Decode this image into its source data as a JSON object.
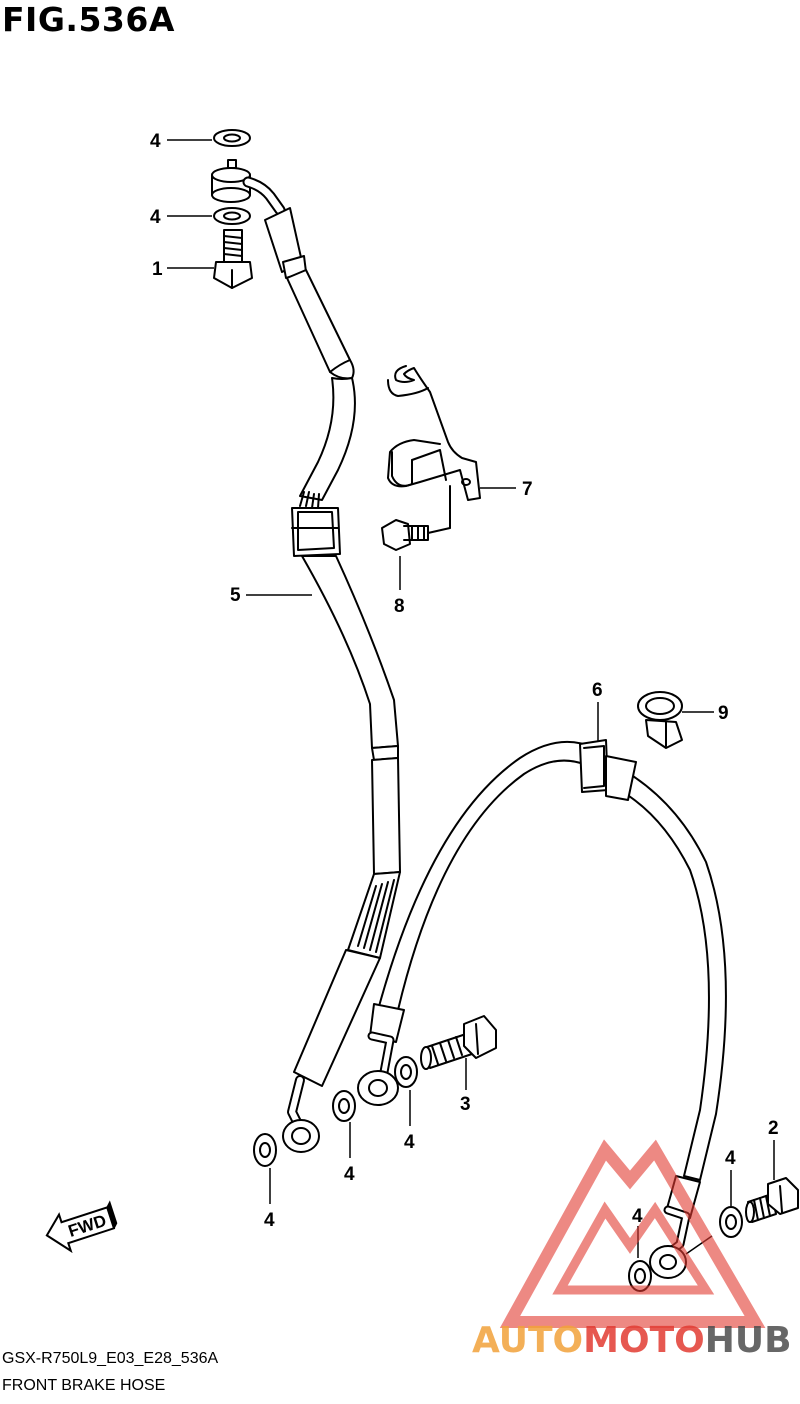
{
  "figure": {
    "title": "FIG.536A",
    "model_code": "GSX-R750L9_E03_E28_536A",
    "name": "FRONT BRAKE HOSE"
  },
  "callouts": {
    "c1": "1",
    "c2": "2",
    "c3": "3",
    "c4a": "4",
    "c4b": "4",
    "c4c": "4",
    "c4d": "4",
    "c4e": "4",
    "c4f": "4",
    "c4g": "4",
    "c5": "5",
    "c6": "6",
    "c7": "7",
    "c8": "8",
    "c9": "9"
  },
  "fwd_label": "FWD",
  "watermark": {
    "part1": "AUTO",
    "part2": "MOTO",
    "part3": "HUB",
    "color_orange": "#f2a23a",
    "color_red": "#e23b32",
    "color_dark": "#4d4d4d"
  }
}
